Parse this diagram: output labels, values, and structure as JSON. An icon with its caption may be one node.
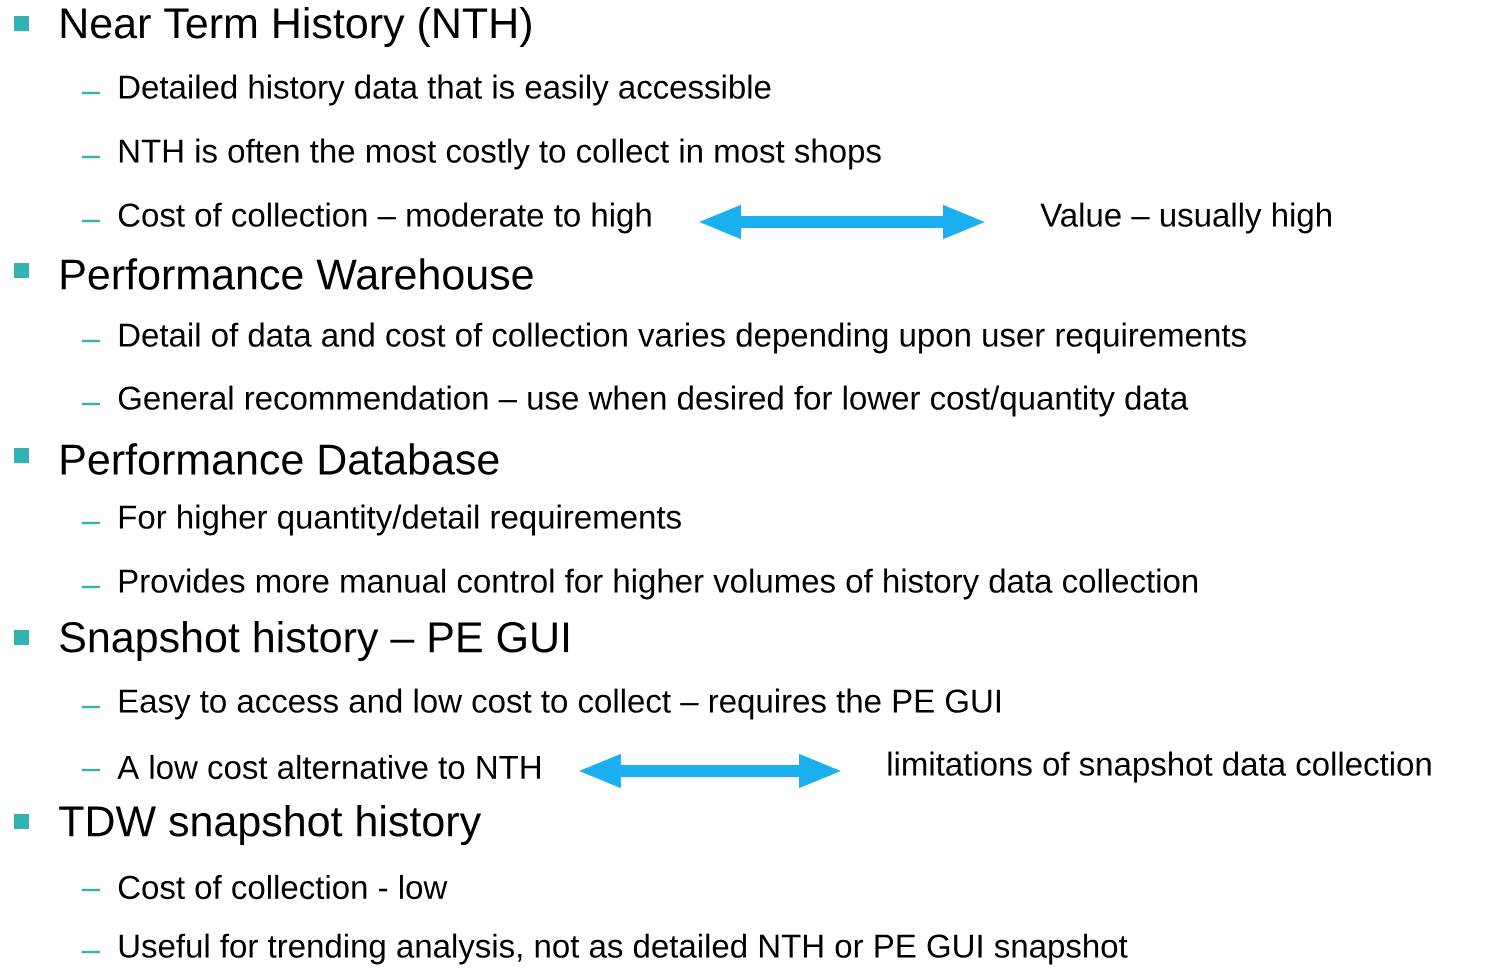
{
  "diagram": {
    "nodes": [
      {
        "text": [
          "Cost of collection – moderate to high"
        ]
      },
      {
        "text": [
          "Value – usually high"
        ]
      },
      {
        "text": [
          "A low cost alternative to NTH"
        ]
      },
      {
        "text": [
          "limitations of snapshot data collection"
        ]
      }
    ],
    "edges": [
      {
        "from": 0,
        "to": 1,
        "arrow": "both"
      },
      {
        "from": 2,
        "to": 3,
        "arrow": "both"
      }
    ],
    "labels": [
      "Near Term History (NTH)",
      "Detailed history data that is easily accessible",
      "NTH is often the most costly to collect in most shops",
      "Performance Warehouse",
      "Detail of data and cost of collection varies depending upon user requirements",
      "General recommendation – use when desired for lower cost/quantity data",
      "Performance Database",
      "For higher quantity/detail requirements",
      "Provides more manual control for higher volumes of history data collection",
      "Snapshot history – PE GUI",
      "Easy to access and low cost to collect – requires the PE GUI",
      "TDW snapshot history",
      "Cost of collection - low",
      "Useful for trending analysis, not as detailed NTH or PE GUI snapshot"
    ]
  }
}
